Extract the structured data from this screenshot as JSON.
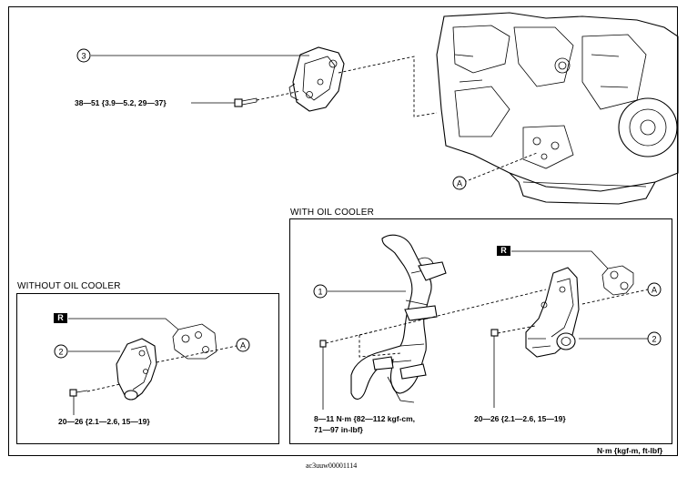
{
  "callouts": {
    "bracket": "3",
    "hose": "1",
    "oil_cooler": "2",
    "oil_filter_body": "2",
    "point_a_engine": "A",
    "point_a_with": "A",
    "point_a_without": "A"
  },
  "torque": {
    "bracket": "38—51 {3.9—5.2, 29—37}",
    "hose_line1": "8—11 N·m {82—112 kgf-cm,",
    "hose_line2": "71—97 in-lbf}",
    "oil_cooler": "20—26 {2.1—2.6, 15—19}",
    "without": "20—26 {2.1—2.6, 15—19}"
  },
  "panels": {
    "with_title": "WITH OIL COOLER",
    "without_title": "WITHOUT OIL COOLER"
  },
  "badges": {
    "with_replace": "R",
    "without_replace": "R"
  },
  "units": "N·m {kgf-m, ft-lbf}",
  "figure_id": "ac3uuw00001114"
}
